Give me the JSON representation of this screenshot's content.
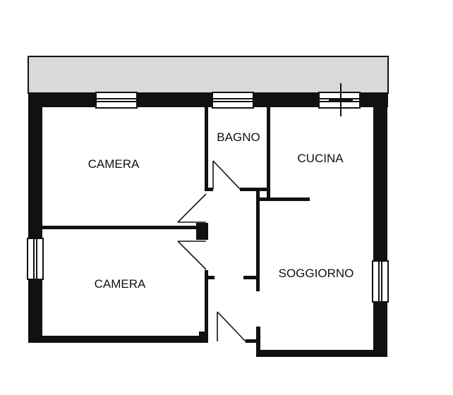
{
  "rooms": [
    {
      "id": "camera-top",
      "label": "CAMERA"
    },
    {
      "id": "bagno",
      "label": "BAGNO"
    },
    {
      "id": "cucina",
      "label": "CUCINA"
    },
    {
      "id": "camera-bottom",
      "label": "CAMERA"
    },
    {
      "id": "soggiorno",
      "label": "SOGGIORNO"
    }
  ],
  "colors": {
    "wall": "#111111",
    "balcony_fill": "#d9d9d9",
    "background": "#ffffff"
  }
}
